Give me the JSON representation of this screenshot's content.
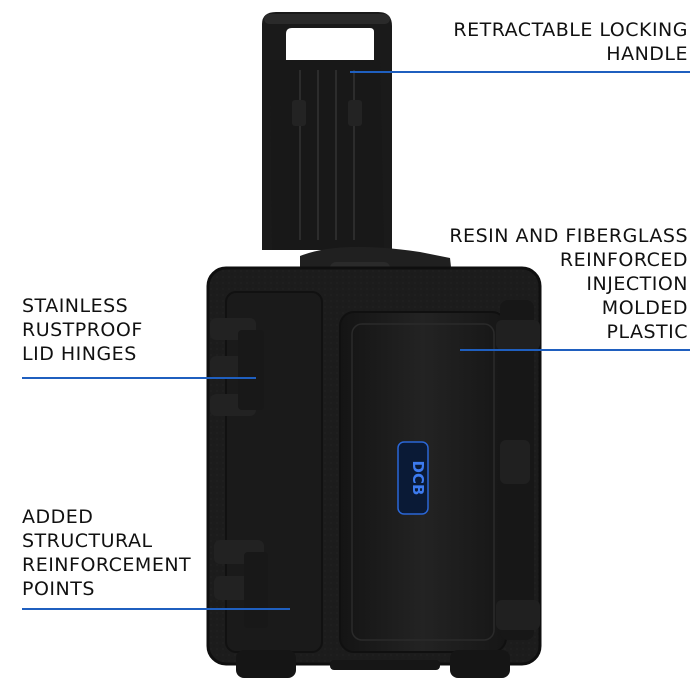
{
  "brand": {
    "logo_text": "DCB",
    "accent_color": "#1f5fbf"
  },
  "callouts": {
    "handle": {
      "text": "RETRACTABLE LOCKING\nHANDLE"
    },
    "material": {
      "text": "RESIN AND FIBERGLASS\nREINFORCED\nINJECTION\nMOLDED\nPLASTIC"
    },
    "hinges": {
      "text": "STAINLESS\nRUSTPROOF\nLID HINGES"
    },
    "reinforcement": {
      "text": "ADDED\nSTRUCTURAL\nREINFORCEMENT\nPOINTS"
    }
  },
  "product": {
    "type": "wheeled hard case",
    "case_color": "#1b1b1b"
  }
}
